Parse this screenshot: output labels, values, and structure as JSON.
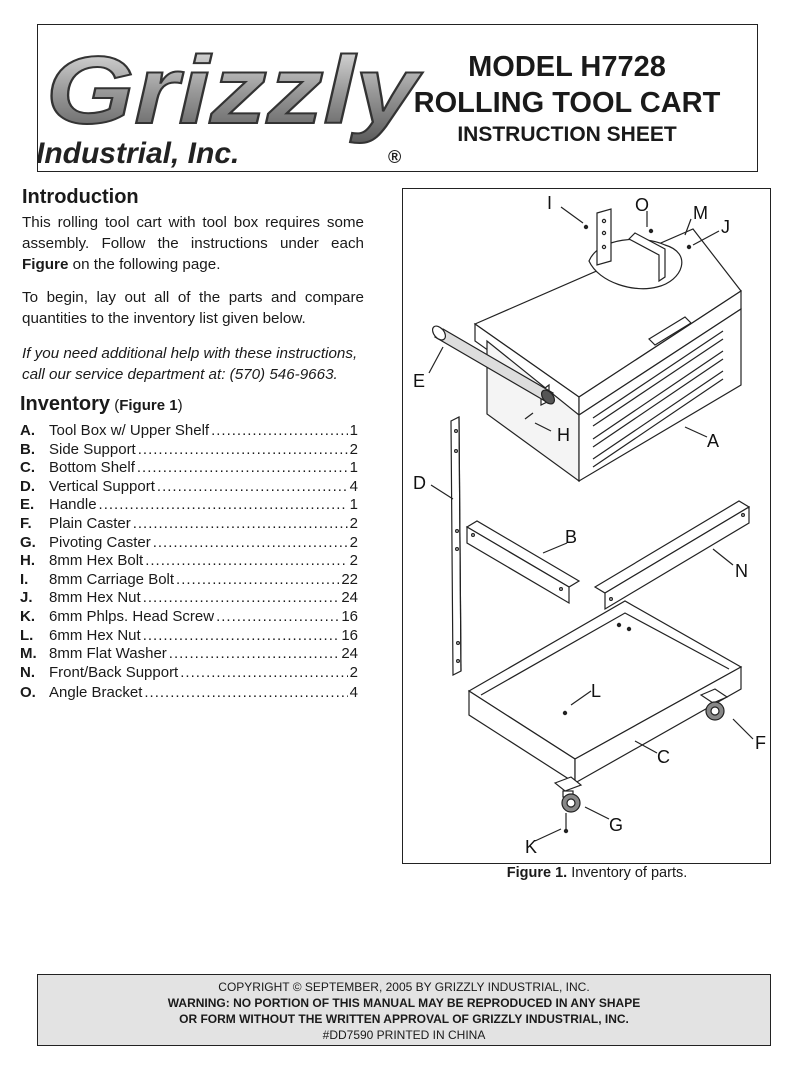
{
  "header": {
    "logo_name": "Grizzly",
    "logo_sub": "Industrial, Inc.",
    "logo_reg": "®",
    "model": "MODEL H7728",
    "product": "ROLLING TOOL CART",
    "doc_type": "INSTRUCTION SHEET"
  },
  "intro": {
    "heading": "Introduction",
    "p1_a": "This rolling tool cart with tool box requires some assembly. Follow the instructions under each ",
    "p1_b": "Figure",
    "p1_c": " on the following page.",
    "p2": "To begin, lay out all of the parts and compare quantities to the inventory list given below.",
    "p3": "If you need additional help with these instructions, call our service department at: (570) 546-9663."
  },
  "inventory": {
    "heading": "Inventory",
    "fig_open": " (",
    "fig_ref": "Figure 1",
    "fig_close": ")",
    "items": [
      {
        "key": "A.",
        "name": "Tool Box w/ Upper Shelf",
        "qty": "1"
      },
      {
        "key": "B.",
        "name": "Side Support",
        "qty": "2"
      },
      {
        "key": "C.",
        "name": "Bottom Shelf",
        "qty": "1"
      },
      {
        "key": "D.",
        "name": "Vertical Support",
        "qty": "4"
      },
      {
        "key": "E.",
        "name": "Handle",
        "qty": "1"
      },
      {
        "key": "F.",
        "name": "Plain Caster",
        "qty": "2"
      },
      {
        "key": "G.",
        "name": "Pivoting Caster",
        "qty": "2"
      },
      {
        "key": "H.",
        "name": "8mm Hex Bolt",
        "qty": "2"
      },
      {
        "key": "I.",
        "name": "8mm Carriage Bolt",
        "qty": "22"
      },
      {
        "key": "J.",
        "name": "8mm Hex Nut",
        "qty": "24"
      },
      {
        "key": "K.",
        "name": "6mm Phlps. Head Screw",
        "qty": "16"
      },
      {
        "key": "L.",
        "name": "6mm Hex Nut",
        "qty": "16"
      },
      {
        "key": "M.",
        "name": "8mm Flat Washer",
        "qty": "24"
      },
      {
        "key": "N.",
        "name": "Front/Back Support",
        "qty": "2"
      },
      {
        "key": "O.",
        "name": "Angle Bracket",
        "qty": "4"
      }
    ]
  },
  "figure": {
    "labels": {
      "I": "I",
      "O": "O",
      "M": "M",
      "J": "J",
      "E": "E",
      "H": "H",
      "A": "A",
      "D": "D",
      "B": "B",
      "N": "N",
      "L": "L",
      "F": "F",
      "C": "C",
      "G": "G",
      "K": "K"
    },
    "caption_bold": "Figure 1.",
    "caption_text": " Inventory of parts."
  },
  "footer": {
    "copyright": "COPYRIGHT © SEPTEMBER, 2005 BY GRIZZLY INDUSTRIAL, INC.",
    "warning1": "WARNING: NO PORTION OF THIS MANUAL MAY BE REPRODUCED IN ANY SHAPE",
    "warning2": "OR FORM WITHOUT THE WRITTEN APPROVAL OF GRIZZLY INDUSTRIAL, INC.",
    "print": "#DD7590 PRINTED IN CHINA"
  }
}
